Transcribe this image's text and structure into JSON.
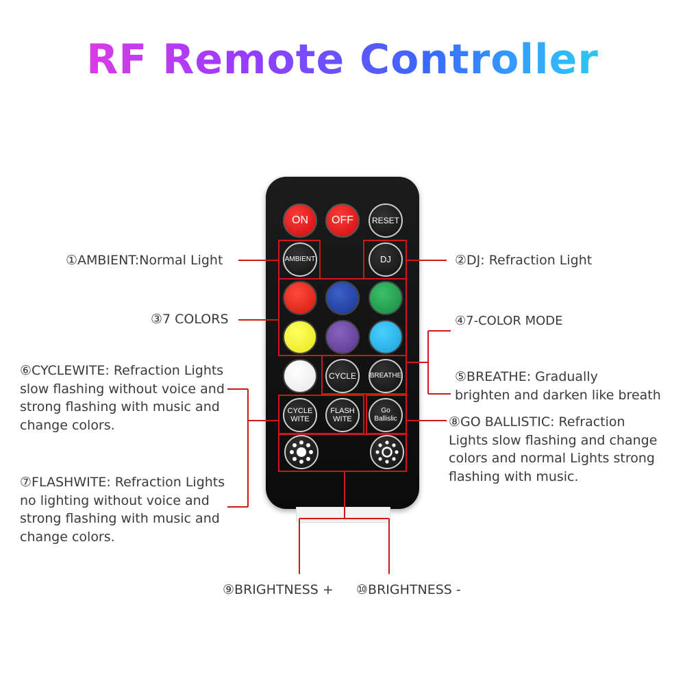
{
  "title": "RF Remote Controller",
  "buttons": {
    "on": "ON",
    "off": "OFF",
    "reset": "RESET",
    "ambient": "AMBIENT",
    "dj": "DJ",
    "cycle": "CYCLE",
    "breathe": "BREATHE",
    "cycle_wite_1": "CYCLE",
    "cycle_wite_2": "WITE",
    "flash_wite_1": "FLASH",
    "flash_wite_2": "WITE",
    "go_ballistic_1": "Go",
    "go_ballistic_2": "Ballislic"
  },
  "colors": {
    "red": "#e2231a",
    "blue": "#1f3f9e",
    "green": "#1d9b4a",
    "yellow": "#f2f21a",
    "purple": "#6a3fa0",
    "cyan": "#1ab2e8",
    "white": "#ffffff",
    "callout_line": "#d01818"
  },
  "labels": {
    "ambient": "①AMBIENT:Normal Light",
    "dj": "②DJ: Refraction Light",
    "seven_colors": "③7 COLORS",
    "color_mode": "④7-COLOR MODE",
    "breathe_1": "⑤BREATHE: Gradually",
    "breathe_2": "brighten and darken like breath",
    "cyclewite_1": "⑥CYCLEWITE: Refraction Lights",
    "cyclewite_2": "slow flashing without voice and",
    "cyclewite_3": "strong flashing with music and",
    "cyclewite_4": "change colors.",
    "flashwite_1": "⑦FLASHWITE: Refraction Lights",
    "flashwite_2": "no lighting without voice and",
    "flashwite_3": "strong flashing with music and",
    "flashwite_4": "change colors.",
    "ballistic_1": "⑧GO BALLISTIC: Refraction",
    "ballistic_2": "Lights slow flashing and change",
    "ballistic_3": "colors and normal Lights strong",
    "ballistic_4": "flashing with music.",
    "brightness_plus": "⑨BRIGHTNESS +",
    "brightness_minus": "⑩BRIGHTNESS -"
  }
}
